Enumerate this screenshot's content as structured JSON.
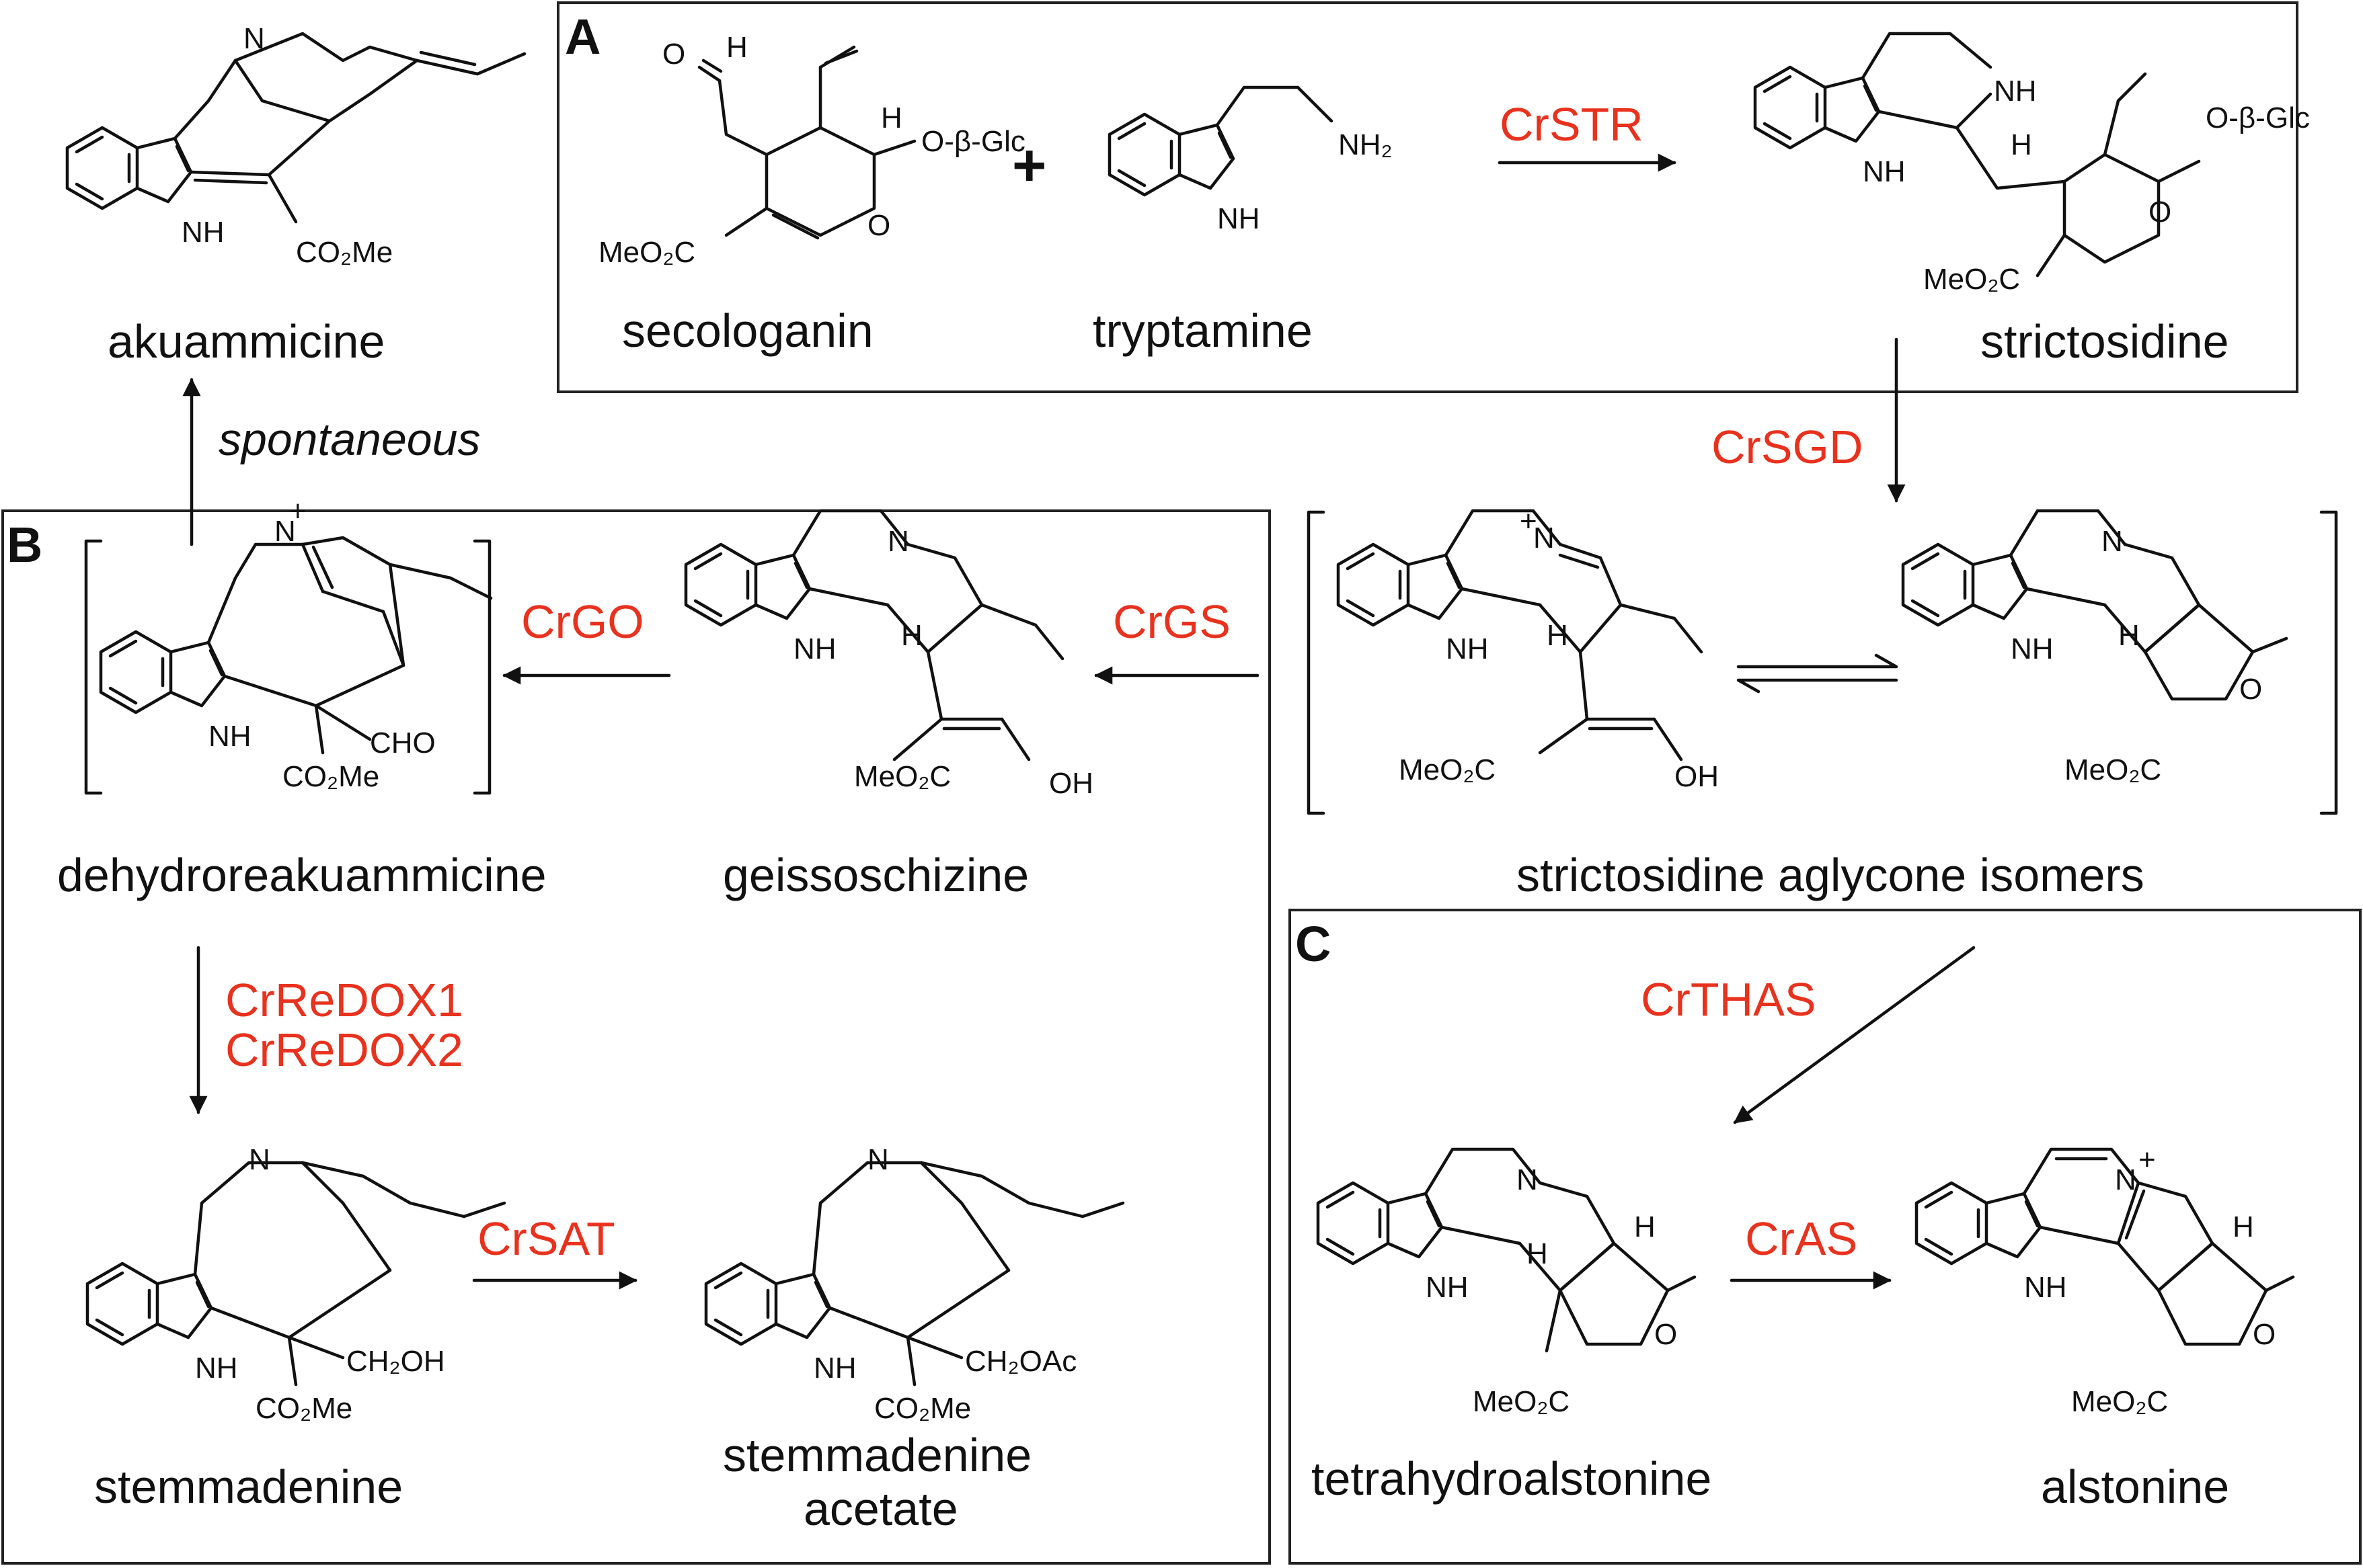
{
  "panels": {
    "a": "A",
    "b": "B",
    "c": "C"
  },
  "compounds": {
    "akuammicine": "akuammicine",
    "secologanin": "secologanin",
    "tryptamine": "tryptamine",
    "strictosidine": "strictosidine",
    "aglycone": "strictosidine aglycone isomers",
    "geissoschizine": "geissoschizine",
    "dehydroreakuammicine": "dehydroreakuammicine",
    "stemmadenine": "stemmadenine",
    "stemmadenine_acetate_1": "stemmadenine",
    "stemmadenine_acetate_2": "acetate",
    "tetrahydroalstonine": "tetrahydroalstonine",
    "alstonine": "alstonine"
  },
  "enzymes": {
    "str": "CrSTR",
    "sgd": "CrSGD",
    "gs": "CrGS",
    "go": "CrGO",
    "redox1": "CrReDOX1",
    "redox2": "CrReDOX2",
    "sat": "CrSAT",
    "thas": "CrTHAS",
    "as": "CrAS"
  },
  "labels": {
    "spontaneous": "spontaneous",
    "plus": "+"
  },
  "atoms": {
    "N": "N",
    "NH": "NH",
    "H": "H",
    "O": "O",
    "Nplus": "N",
    "charge": "+",
    "CO2Me": "CO₂Me",
    "MeO2C": "MeO₂C",
    "OGlc": "O-β-Glc",
    "CHO": "CHO",
    "OH": "OH",
    "CH2OH": "CH₂OH",
    "CH2OAc": "CH₂OAc",
    "NH2": "NH₂",
    "Oald": "O"
  },
  "colors": {
    "enzyme": "#e8321e",
    "ink": "#111111"
  }
}
